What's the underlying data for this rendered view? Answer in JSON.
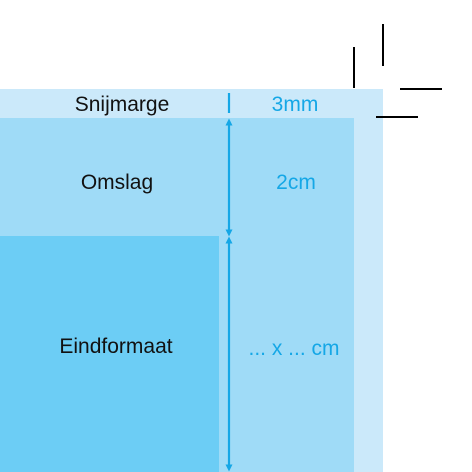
{
  "colors": {
    "bleed": "#cbe9fa",
    "cover": "#9fdbf7",
    "final": "#6ccdf5",
    "accent": "#15a7e6",
    "crop_marks": "#000000",
    "label_text": "#111111"
  },
  "labels": {
    "bleed": "Snijmarge",
    "cover": "Omslag",
    "final": "Eindformaat"
  },
  "measurements": {
    "bleed": "3mm",
    "cover": "2cm",
    "final": "... x ... cm"
  }
}
